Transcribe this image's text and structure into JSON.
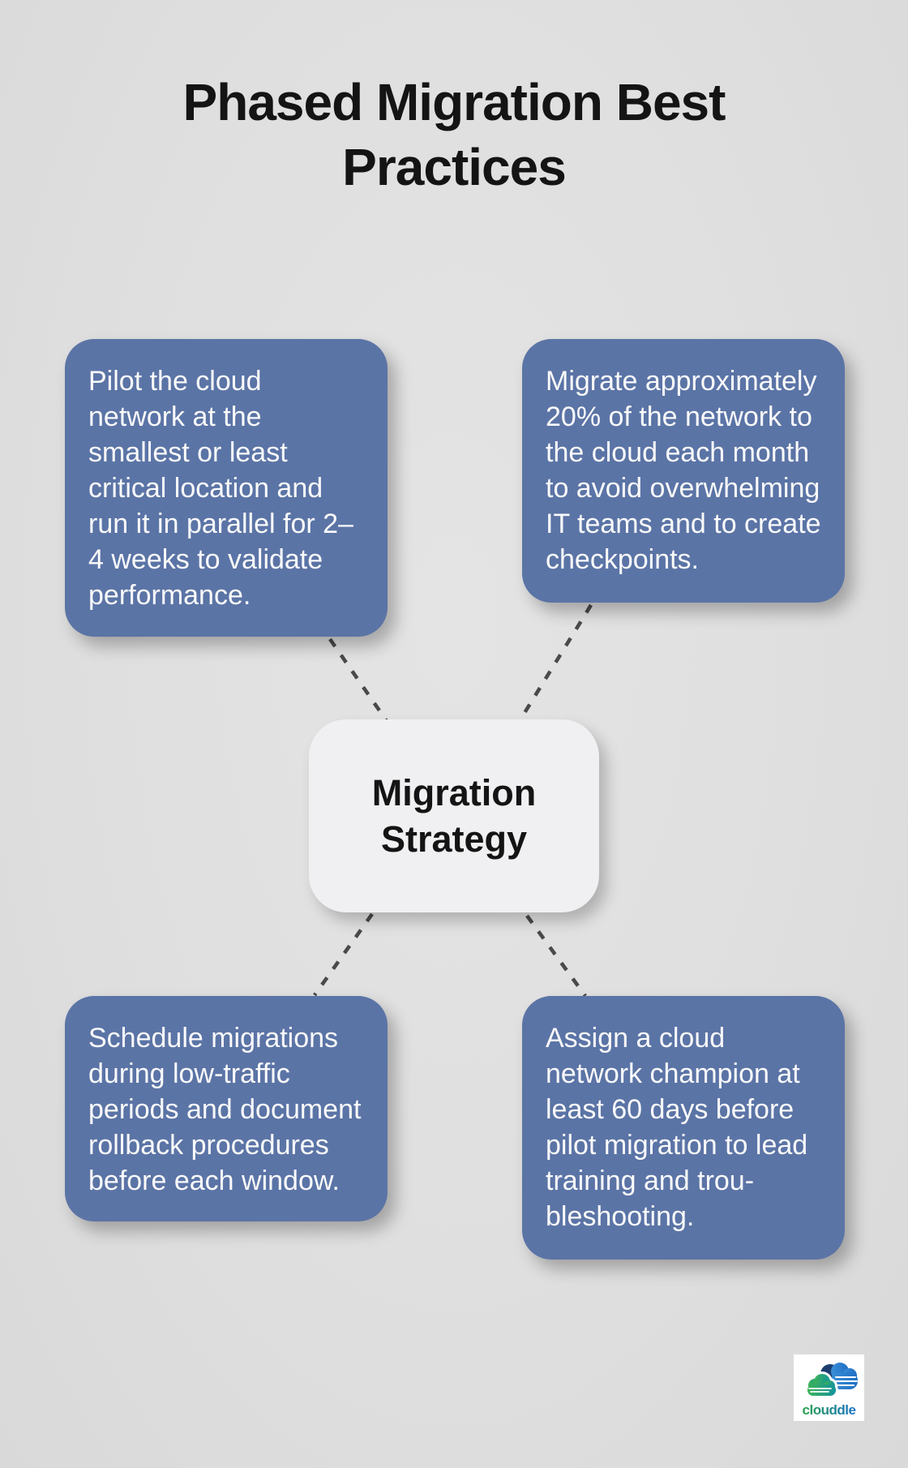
{
  "title": {
    "lines": [
      "Phased Migration Best",
      "Practices"
    ]
  },
  "center_node": {
    "label": "Migration Strategy",
    "lines": [
      "Migration",
      "Strategy"
    ]
  },
  "cards": [
    {
      "position": "top-left",
      "text": "Pilot the cloud network at the smallest or least critical location and run it in parallel for 2–4 weeks to validate performance.",
      "lines": [
        "Pilot the cloud",
        "network at the",
        "smallest or least",
        "critical location and",
        "run it in parallel for 2–",
        "4 weeks to validate",
        "performance."
      ]
    },
    {
      "position": "top-right",
      "text": "Migrate approximately 20% of the network to the cloud each month to avoid overwhelming IT teams and to create checkpoints.",
      "lines": [
        "Migrate approximately",
        "20% of the network to",
        "the cloud each month",
        "to avoid overwhelming",
        "IT teams and to create",
        "checkpoints."
      ]
    },
    {
      "position": "bottom-left",
      "text": "Schedule migrations during low-traffic periods and document rollback procedures before each window.",
      "lines": [
        "Schedule migrations",
        "during low-traffic",
        "periods and document",
        "rollback procedures",
        "before each window."
      ]
    },
    {
      "position": "bottom-right",
      "text": "Assign a cloud network champion at least 60 days before pilot migration to lead training and troubleshooting.",
      "lines": [
        "Assign a cloud",
        "network champion at",
        "least 60 days before",
        "pilot migration to lead",
        "training and trou-",
        "bleshooting."
      ]
    }
  ],
  "logo": {
    "wordmark": "clouddle"
  },
  "colors": {
    "background": "#dfdfdf",
    "card_fill": "#5b74a6",
    "card_text": "#fafafa",
    "center_fill": "#f0f0f2",
    "heading_text": "#141414",
    "connector": "#4a4a4a",
    "logo_green": "#3cb257",
    "logo_teal": "#14949c",
    "logo_blue": "#2b7fd0",
    "logo_navy": "#1d3e70"
  }
}
